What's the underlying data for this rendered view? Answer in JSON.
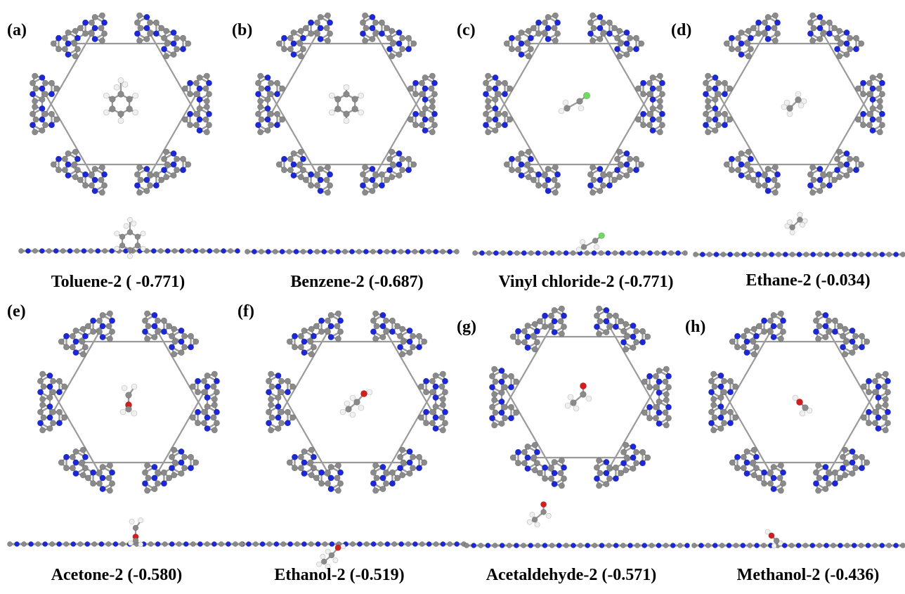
{
  "colors": {
    "carbon": "#8a8a8a",
    "nitrogen": "#1c28d8",
    "hydrogen": "#f0f0f0",
    "oxygen": "#d21e1e",
    "chlorine": "#6cdc5c",
    "bond": "#9a9a9a"
  },
  "panels": [
    {
      "letter": "(a)",
      "molecule": "toluene",
      "caption": "Toluene-2 ( -0.771)"
    },
    {
      "letter": "(b)",
      "molecule": "benzene",
      "caption": "Benzene-2 (-0.687)"
    },
    {
      "letter": "(c)",
      "molecule": "vinyl-chloride",
      "caption": "Vinyl chloride-2 (-0.771)"
    },
    {
      "letter": "(d)",
      "molecule": "ethane",
      "caption": "Ethane-2 (-0.034)"
    },
    {
      "letter": "(e)",
      "molecule": "acetone",
      "caption": "Acetone-2 (-0.580)"
    },
    {
      "letter": "(f)",
      "molecule": "ethanol",
      "caption": "Ethanol-2 (-0.519)"
    },
    {
      "letter": "(g)",
      "molecule": "acetaldehyde",
      "caption": "Acetaldehyde-2 (-0.571)"
    },
    {
      "letter": "(h)",
      "molecule": "methanol",
      "caption": "Methanol-2 (-0.436)"
    }
  ]
}
